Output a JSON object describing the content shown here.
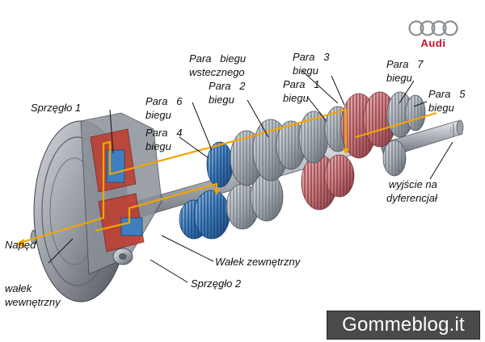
{
  "logo": {
    "brand": "Audi"
  },
  "labels": {
    "sprzeglo1": "Sprzęgło 1",
    "sprzeglo2": "Sprzęgło 2",
    "naped": "Napęd",
    "walek_wewnetrzny": [
      "wałek",
      "wewnętrzny"
    ],
    "walek_zewnetrzny": "Wałek zewnętrzny",
    "para6": [
      "Para   6",
      "biegu"
    ],
    "para4": [
      "Para   4",
      "biegu"
    ],
    "para_wsteczny": [
      "Para   biegu",
      "wstecznego"
    ],
    "para2": [
      "Para   2",
      "biegu"
    ],
    "para3": [
      "Para   3",
      "biegu"
    ],
    "para1": [
      "Para   1",
      "biegu"
    ],
    "para7": [
      "Para   7",
      "biegu"
    ],
    "para5": [
      "Para   5",
      "biegu"
    ],
    "wyjscie": [
      "wyjście na",
      "dyferencjał"
    ]
  },
  "watermark": {
    "text": "Gommeblog.it"
  },
  "colors": {
    "logo_red": "#c8102e",
    "power_flow": "#f2a500",
    "clutch_red": "#c0392b",
    "shaft_blue": "#3f7fbf",
    "gear_gray": "#b5b9bf"
  }
}
